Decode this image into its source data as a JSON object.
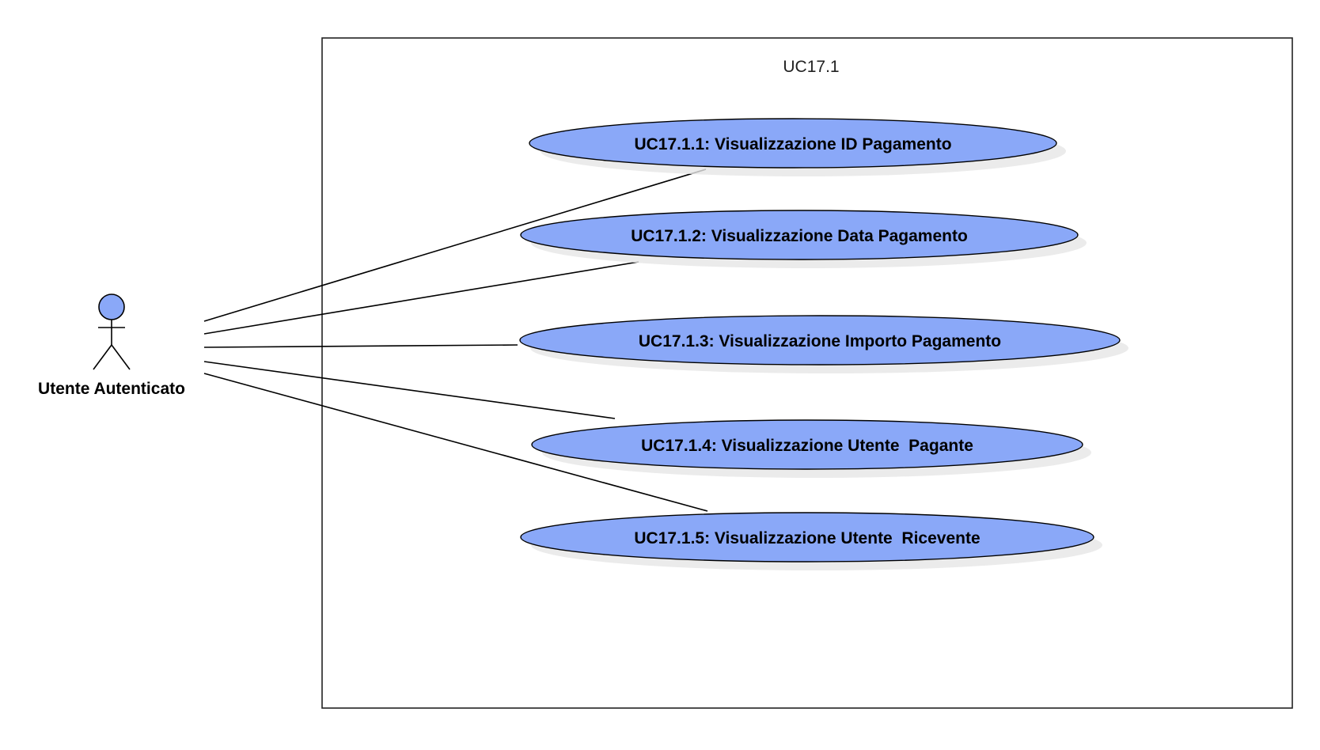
{
  "colors": {
    "use_case_fill": "#8aa8f8",
    "actor_head_fill": "#8aa8f8",
    "stroke": "#000000",
    "shadow": "#e6e6e6"
  },
  "system": {
    "title": "UC17.1"
  },
  "actor": {
    "label": "Utente Autenticato"
  },
  "use_cases": [
    {
      "label": "UC17.1.1: Visualizzazione ID Pagamento"
    },
    {
      "label": "UC17.1.2: Visualizzazione Data Pagamento"
    },
    {
      "label": "UC17.1.3: Visualizzazione Importo Pagamento"
    },
    {
      "label": "UC17.1.4: Visualizzazione Utente  Pagante"
    },
    {
      "label": "UC17.1.5: Visualizzazione Utente  Ricevente"
    }
  ]
}
